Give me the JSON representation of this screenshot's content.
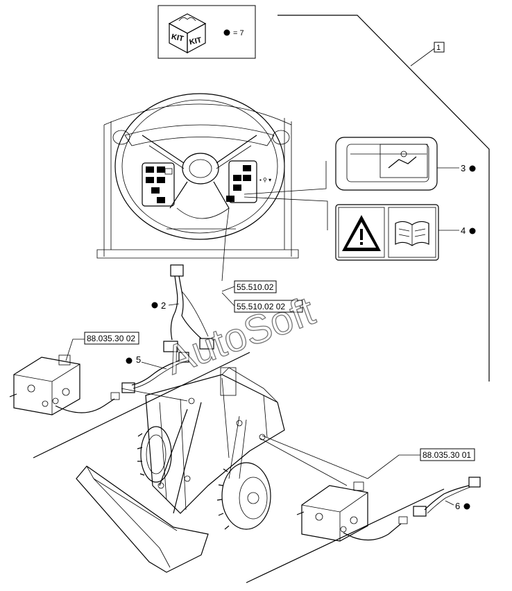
{
  "kit": {
    "label_top": "KIT",
    "label_side": "KIT",
    "quantity": "= 7"
  },
  "main_callout": "1",
  "callouts": [
    {
      "id": "item-2",
      "label": "2"
    },
    {
      "id": "item-3",
      "label": "3"
    },
    {
      "id": "item-4",
      "label": "4"
    },
    {
      "id": "item-5",
      "label": "5"
    },
    {
      "id": "item-6",
      "label": "6"
    }
  ],
  "references": [
    {
      "id": "ref-55-510-02",
      "label": "55.510.02"
    },
    {
      "id": "ref-55-510-02-02",
      "label": "55.510.02 02"
    },
    {
      "id": "ref-88-035-30-02",
      "label": "88.035.30 02"
    },
    {
      "id": "ref-88-035-30-01",
      "label": "88.035.30 01"
    }
  ],
  "watermark": "AutoSoft"
}
